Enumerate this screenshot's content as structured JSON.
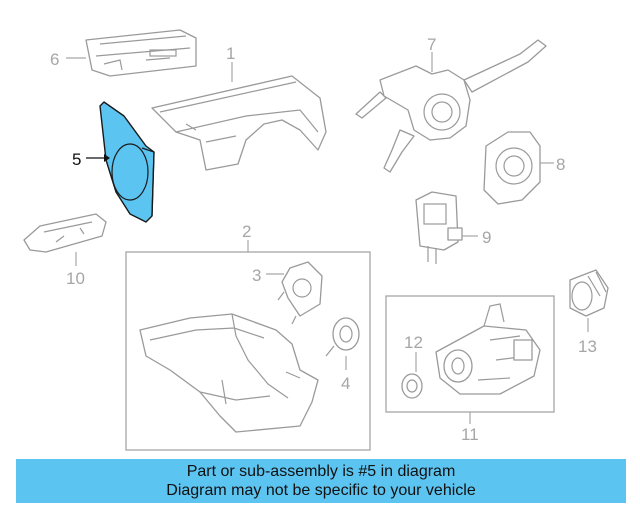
{
  "callouts": {
    "c1": "1",
    "c2": "2",
    "c3": "3",
    "c4": "4",
    "c5": "5",
    "c6": "6",
    "c7": "7",
    "c8": "8",
    "c9": "9",
    "c10": "10",
    "c11": "11",
    "c12": "12",
    "c13": "13"
  },
  "highlight_color": "#5cc4f0",
  "highlighted_part": "5",
  "banner": {
    "line1": "Part or sub-assembly is #5 in diagram",
    "line2": "Diagram may not be specific to your vehicle"
  }
}
